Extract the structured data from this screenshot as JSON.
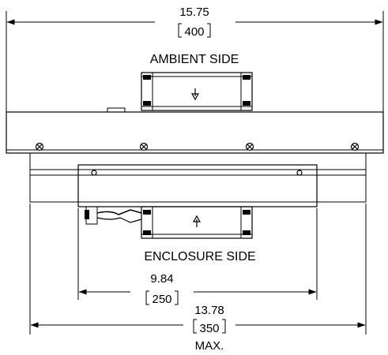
{
  "dimensions": {
    "overall_width": {
      "inch": "15.75",
      "mm": "400"
    },
    "enclosure_span": {
      "inch": "9.84",
      "mm": "250"
    },
    "base_width": {
      "inch": "13.78",
      "mm": "350",
      "qualifier": "MAX."
    }
  },
  "labels": {
    "ambient_side": "AMBIENT SIDE",
    "enclosure_side": "ENCLOSURE SIDE"
  },
  "symbols": {
    "ambient_airflow": "arrow-down-icon",
    "enclosure_airflow": "arrow-up-icon"
  }
}
